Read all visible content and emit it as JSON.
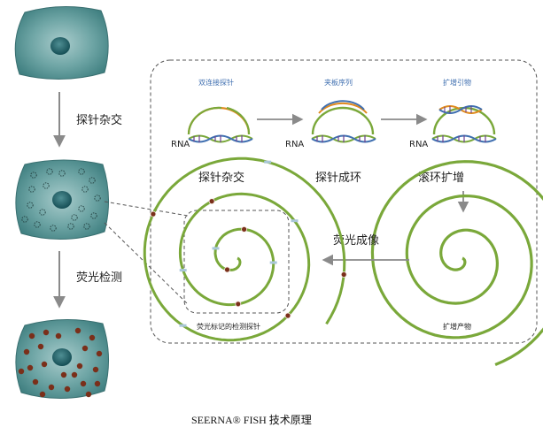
{
  "labels": {
    "hybridize_left": "探针杂交",
    "fluorescence_detect": "荧光检测",
    "probe_double": "双连接探针",
    "template_seq": "夹板序列",
    "amp_primer": "扩增引物",
    "rna1": "RNA",
    "rna2": "RNA",
    "rna3": "RNA",
    "step_hybridize": "探针杂交",
    "step_circularize": "探针成环",
    "step_rca": "滚环扩增",
    "fluorescence_imaging": "荧光成像",
    "labeled_probe": "荧光标记的检测探针",
    "amp_product": "扩增产物"
  },
  "caption": "SEERNA® FISH 技术原理",
  "colors": {
    "cell_fill": "#4f8f8f",
    "nucleus_fill": "#1f5f66",
    "green_strand": "#7aa83a",
    "orange_strand": "#e08a1e",
    "blue_strand": "#3f6fb0",
    "purple_strand": "#6c3f8f",
    "dot_brown": "#7a2f1a",
    "arrow_grey": "#8a8a8a"
  }
}
